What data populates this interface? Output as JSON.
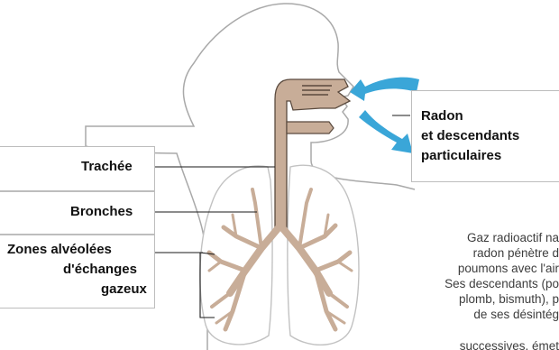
{
  "labels": {
    "trachee": "Trachée",
    "bronches": "Bronches",
    "zones_line1": "Zones alvéolées",
    "zones_line2": "d'échanges",
    "zones_line3": "gazeux",
    "radon_line1": "Radon",
    "radon_line2": "et descendants",
    "radon_line3": "particulaires"
  },
  "side_text": [
    "Gaz radioactif na",
    "radon pénètre d",
    "poumons avec l'air",
    "Ses descendants (po",
    "plomb, bismuth), p",
    "de ses désintég",
    "successives, émet"
  ],
  "colors": {
    "airway": "#c8ad98",
    "airway_stroke": "#5a4a3e",
    "outline": "#a9a9a9",
    "arrow": "#3aa6d8",
    "line": "#1a1a1a"
  }
}
